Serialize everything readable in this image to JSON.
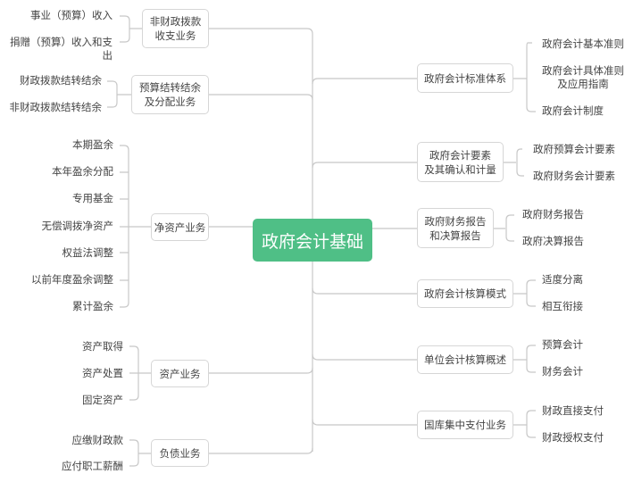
{
  "root": {
    "label": "政府会计基础",
    "color": "#4fbf86"
  },
  "left_branches": [
    {
      "label": "非财政拨款\n收支业务",
      "children": [
        "事业（预算）收入",
        "捐赠（预算）收入和支出"
      ]
    },
    {
      "label": "预算结转结余\n及分配业务",
      "children": [
        "财政拨款结转结余",
        "非财政拨款结转结余"
      ]
    },
    {
      "label": "净资产业务",
      "children": [
        "本期盈余",
        "本年盈余分配",
        "专用基金",
        "无偿调拨净资产",
        "权益法调整",
        "以前年度盈余调整",
        "累计盈余"
      ]
    },
    {
      "label": "资产业务",
      "children": [
        "资产取得",
        "资产处置",
        "固定资产"
      ]
    },
    {
      "label": "负债业务",
      "children": [
        "应缴财政款",
        "应付职工薪酬"
      ]
    }
  ],
  "right_branches": [
    {
      "label": "政府会计标准体系",
      "children": [
        "政府会计基本准则",
        "政府会计具体准则\n及应用指南",
        "政府会计制度"
      ]
    },
    {
      "label": "政府会计要素\n及其确认和计量",
      "children": [
        "政府预算会计要素",
        "政府财务会计要素"
      ]
    },
    {
      "label": "政府财务报告\n和决算报告",
      "children": [
        "政府财务报告",
        "政府决算报告"
      ]
    },
    {
      "label": "政府会计核算模式",
      "children": [
        "适度分离",
        "相互衔接"
      ]
    },
    {
      "label": "单位会计核算概述",
      "children": [
        "预算会计",
        "财务会计"
      ]
    },
    {
      "label": "国库集中支付业务",
      "children": [
        "财政直接支付",
        "财政授权支付"
      ]
    }
  ]
}
